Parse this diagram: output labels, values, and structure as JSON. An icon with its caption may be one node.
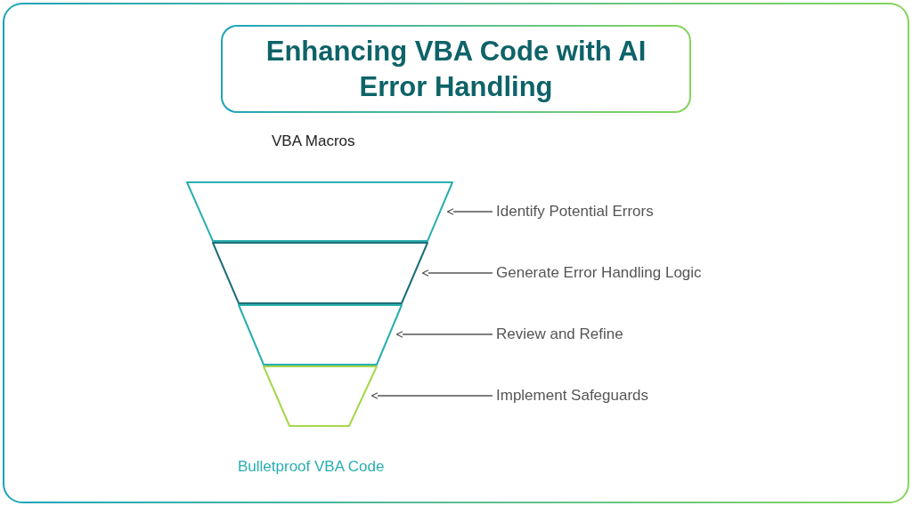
{
  "diagram": {
    "title": "Enhancing VBA Code with AI Error Handling",
    "nodes": [
      {
        "text": [],
        "shape": "trapezoid"
      },
      {
        "text": [],
        "shape": "trapezoid"
      },
      {
        "text": [],
        "shape": "trapezoid"
      },
      {
        "text": [],
        "shape": "trapezoid"
      },
      {
        "text": [
          "Identify Potential Errors"
        ]
      },
      {
        "text": [
          "Generate Error Handling Logic"
        ]
      },
      {
        "text": [
          "Review and Refine"
        ]
      },
      {
        "text": [
          "Implement Safeguards"
        ]
      }
    ],
    "edges": [
      {
        "from": 4,
        "to": 0,
        "arrow": "to"
      },
      {
        "from": 5,
        "to": 1,
        "arrow": "to"
      },
      {
        "from": 6,
        "to": 2,
        "arrow": "to"
      },
      {
        "from": 7,
        "to": 3,
        "arrow": "to"
      }
    ],
    "labels": [
      "VBA Macros",
      "Bulletproof VBA Code"
    ]
  }
}
